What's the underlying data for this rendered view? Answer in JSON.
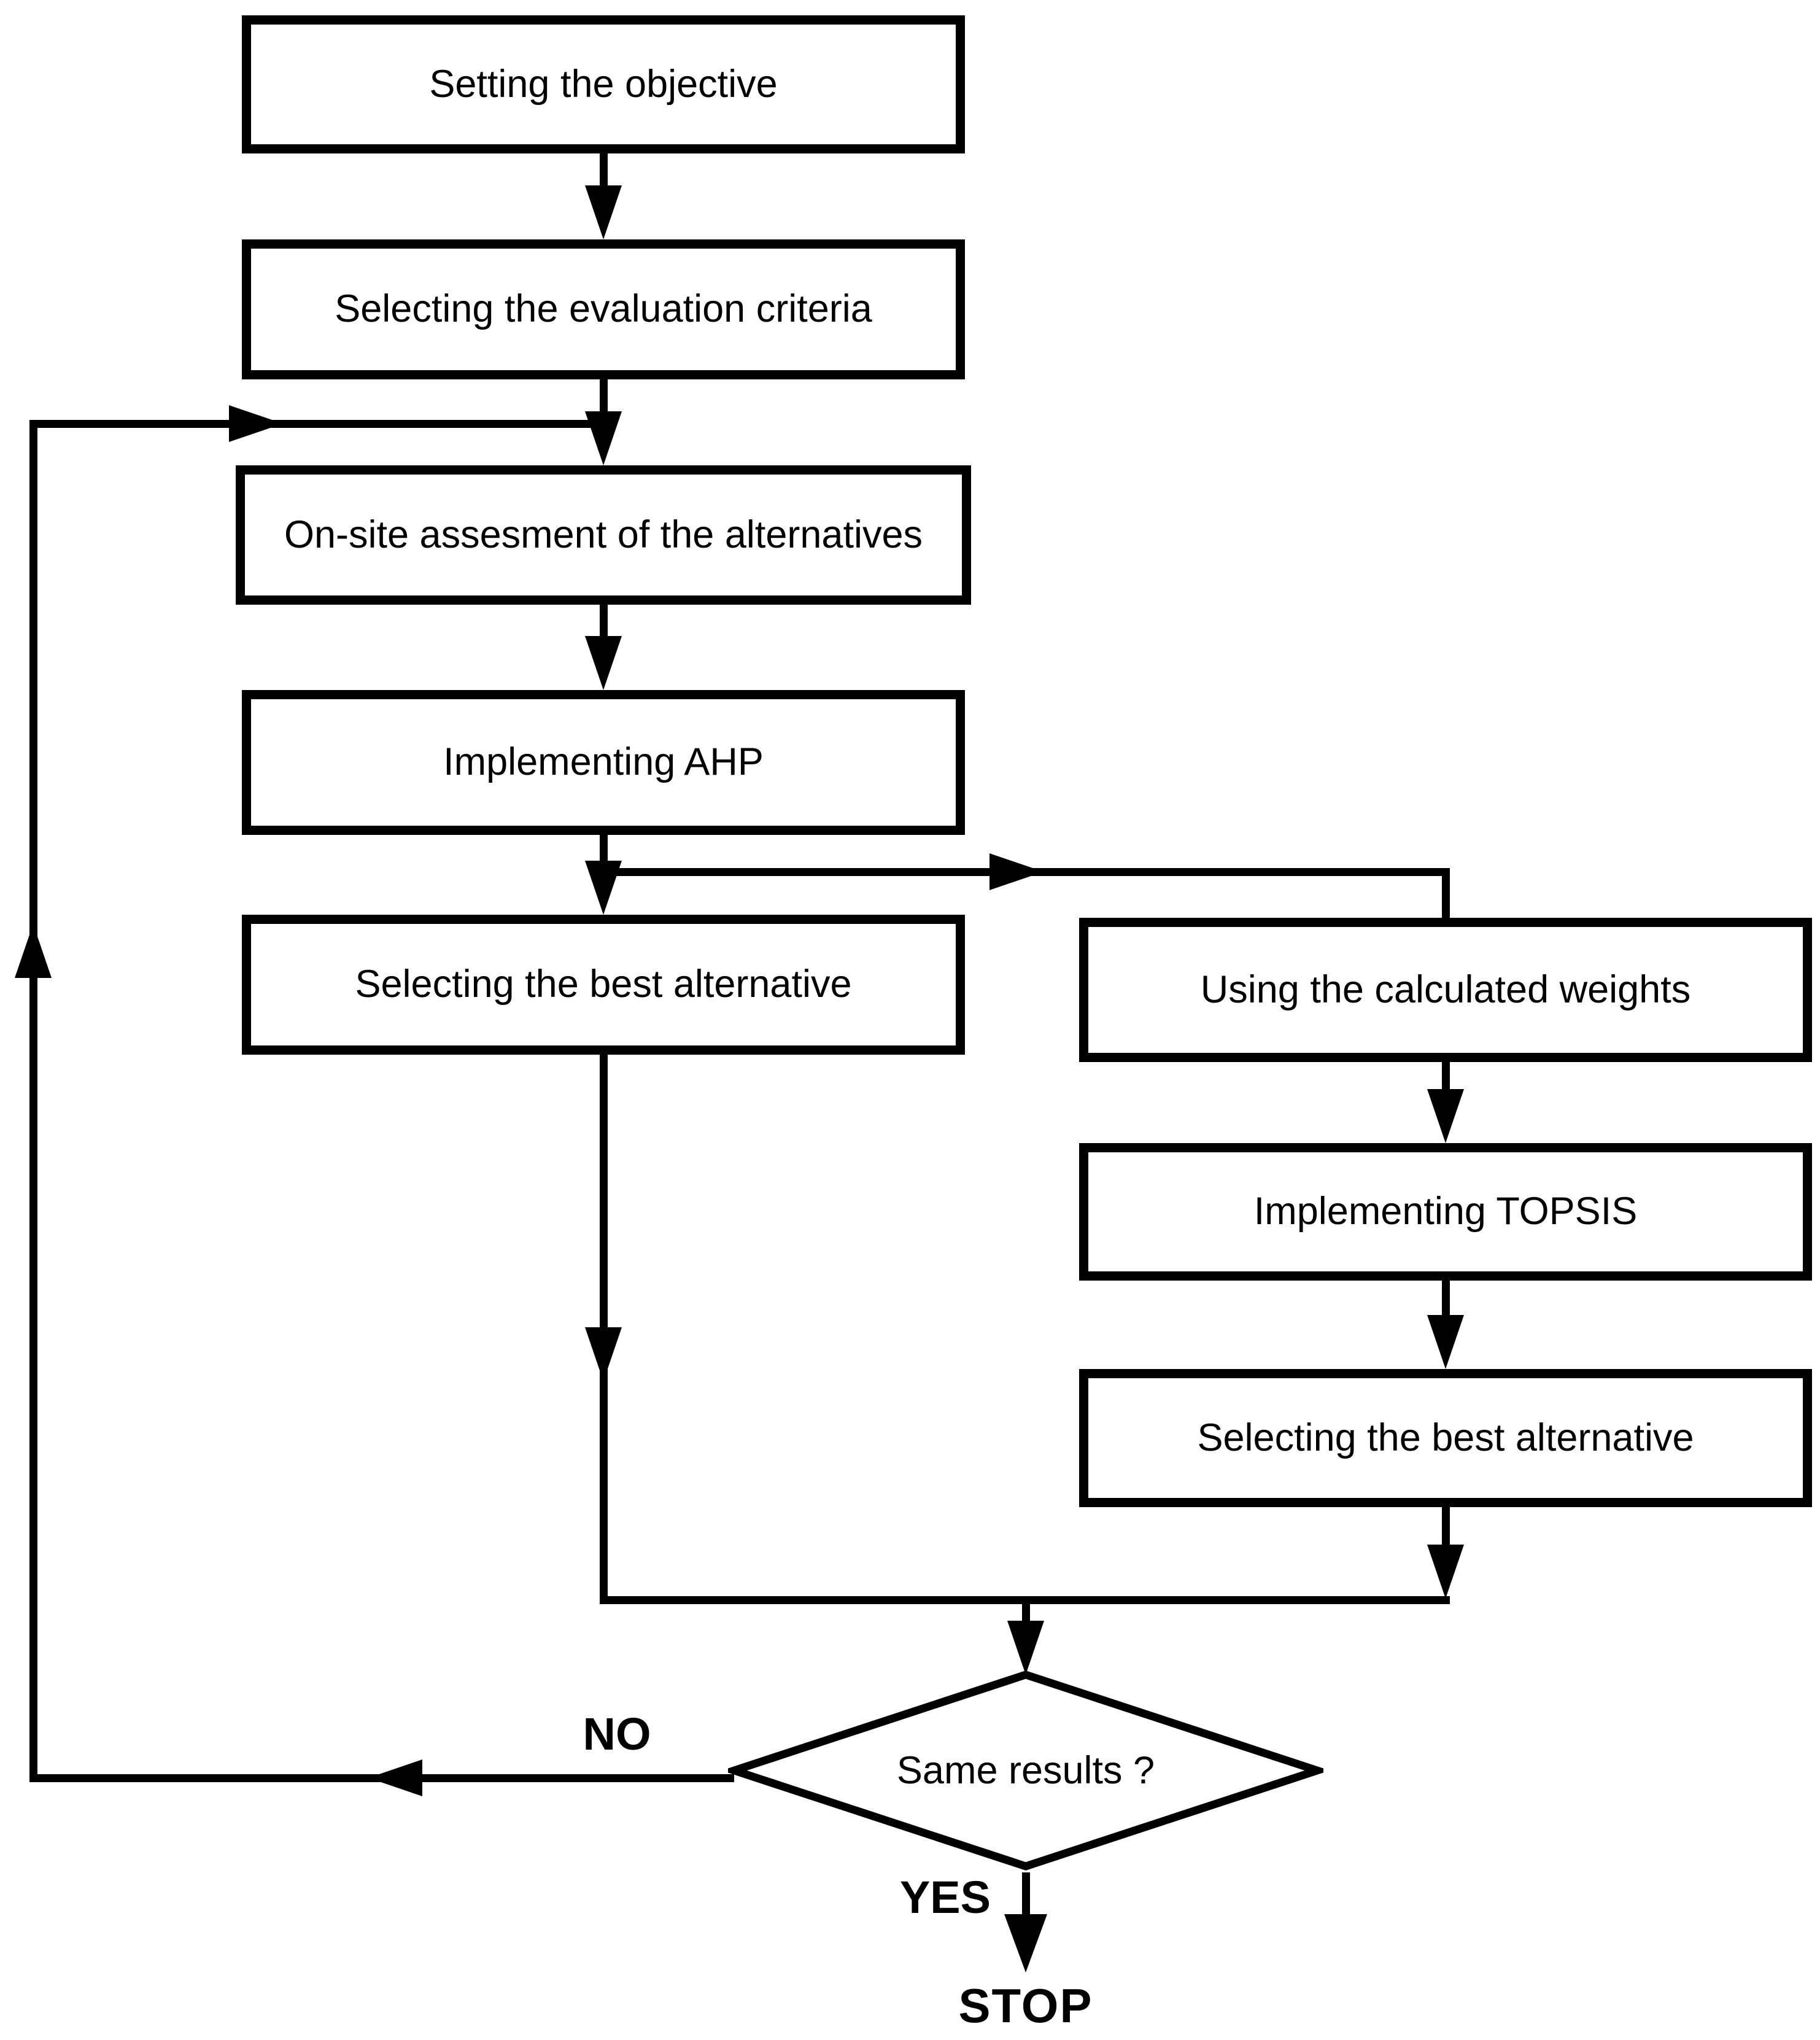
{
  "flowchart": {
    "colors": {
      "line": "#000000",
      "fill": "#ffffff",
      "text": "#000000"
    },
    "nodes": {
      "setting_objective": {
        "label": "Setting the objective",
        "type": "process"
      },
      "selecting_criteria": {
        "label": "Selecting the evaluation criteria",
        "type": "process"
      },
      "onsite_assessment": {
        "label": "On-site assesment of the alternatives",
        "type": "process"
      },
      "implementing_ahp": {
        "label": "Implementing AHP",
        "type": "process"
      },
      "selecting_best_left": {
        "label": "Selecting the best alternative",
        "type": "process"
      },
      "using_weights": {
        "label": "Using the calculated weights",
        "type": "process"
      },
      "implementing_topsis": {
        "label": "Implementing TOPSIS",
        "type": "process"
      },
      "selecting_best_right": {
        "label": "Selecting the best alternative",
        "type": "process"
      },
      "same_results": {
        "label": "Same results ?",
        "type": "decision"
      }
    },
    "branch_labels": {
      "no": "NO",
      "yes": "YES"
    },
    "terminal": {
      "stop": "STOP"
    },
    "edges": [
      {
        "from": "setting_objective",
        "to": "selecting_criteria",
        "label": ""
      },
      {
        "from": "selecting_criteria",
        "to": "onsite_assessment",
        "label": ""
      },
      {
        "from": "onsite_assessment",
        "to": "implementing_ahp",
        "label": ""
      },
      {
        "from": "implementing_ahp",
        "to": "selecting_best_left",
        "label": ""
      },
      {
        "from": "implementing_ahp",
        "to": "using_weights",
        "label": ""
      },
      {
        "from": "using_weights",
        "to": "implementing_topsis",
        "label": ""
      },
      {
        "from": "implementing_topsis",
        "to": "selecting_best_right",
        "label": ""
      },
      {
        "from": "selecting_best_left",
        "to": "same_results",
        "label": ""
      },
      {
        "from": "selecting_best_right",
        "to": "same_results",
        "label": ""
      },
      {
        "from": "same_results",
        "to": "onsite_assessment",
        "label": "NO"
      },
      {
        "from": "same_results",
        "to": "stop",
        "label": "YES"
      }
    ]
  }
}
